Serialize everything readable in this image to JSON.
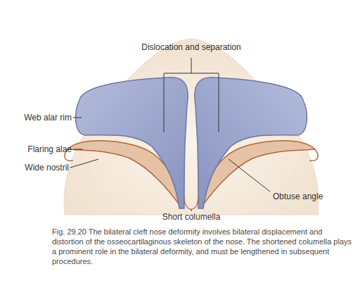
{
  "diagram": {
    "caption": "Fig. 29.20 The bilateral cleft nose deformity involves bilateral displacement and distortion of the osseocartilaginous skeleton of the nose. The shortened columella plays a prominent role in the bilateral deformity, and must be lengthened in subsequent procedures.",
    "labels": [
      "Dislocation and separation",
      "Web alar rim",
      "Flaring alae",
      "Wide nostril",
      "Obtuse angle",
      "Short columella"
    ]
  }
}
